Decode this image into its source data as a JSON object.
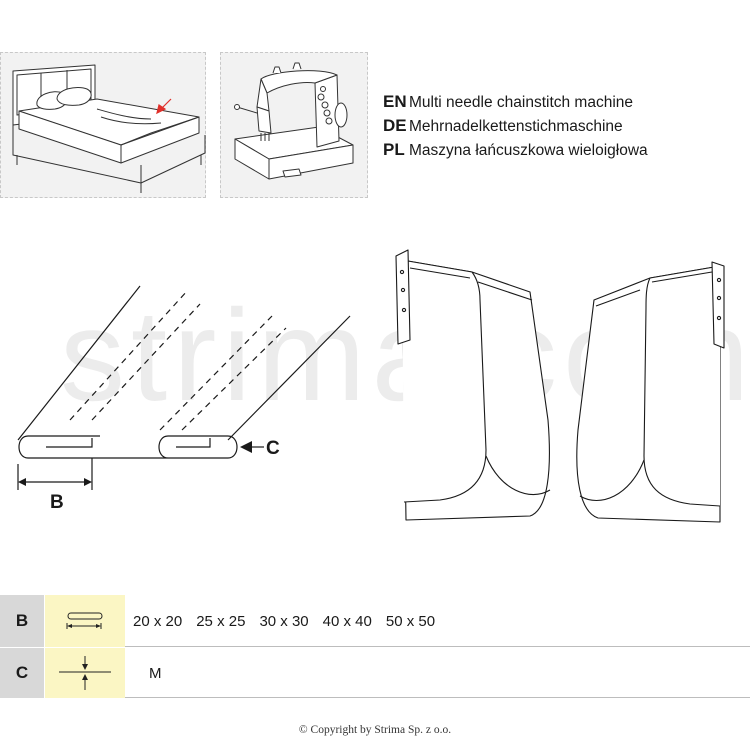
{
  "languages": [
    {
      "code": "EN",
      "text": "Multi needle chainstitch machine"
    },
    {
      "code": "DE",
      "text": "Mehrnadelkettenstichmaschine"
    },
    {
      "code": "PL",
      "text": "Maszyna łańcuszkowa wieloigłowa"
    }
  ],
  "diagram": {
    "label_b": "B",
    "label_c": "C",
    "watermark": "strima.com"
  },
  "spec_table": {
    "rows": [
      {
        "letter": "B",
        "values": [
          "20 x 20",
          "25 x 25",
          "30 x 30",
          "40 x 40",
          "50 x 50"
        ]
      },
      {
        "letter": "C",
        "values": [
          "M"
        ]
      }
    ]
  },
  "footer": {
    "copyright": "© Copyright by Strima Sp. z o.o."
  },
  "colors": {
    "header_cell": "#d8d8d8",
    "icon_cell": "#fbf6c4",
    "panel": "#f2f2f2",
    "arrow_red": "#e0302a"
  }
}
